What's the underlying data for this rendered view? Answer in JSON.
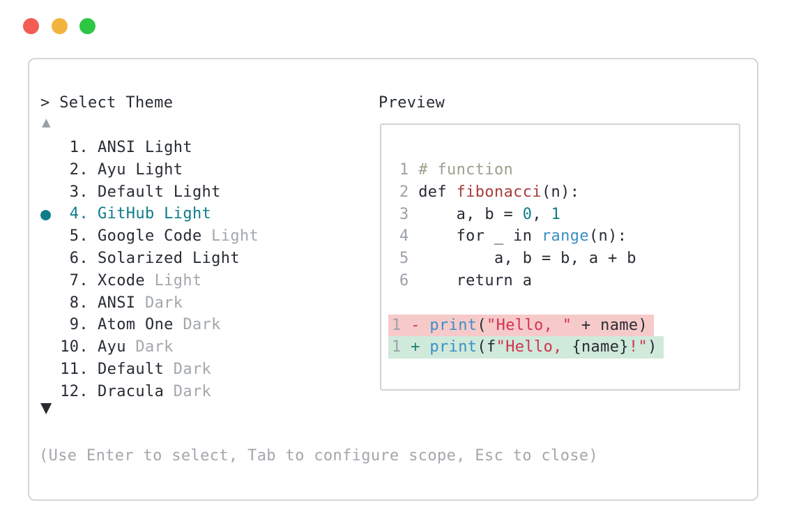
{
  "window": {
    "traffic_lights": [
      {
        "name": "close",
        "color": "#f25c54"
      },
      {
        "name": "minimize",
        "color": "#f2b43d"
      },
      {
        "name": "zoom",
        "color": "#2ec643"
      }
    ]
  },
  "header": {
    "title": "> Select Theme",
    "preview_label": "Preview"
  },
  "list": {
    "scroll_up_icon": "▲",
    "scroll_down_icon": "▼",
    "bullet_icon": "●",
    "themes": [
      {
        "num": "1.",
        "name": "ANSI Light",
        "suffix": "",
        "selected": false
      },
      {
        "num": "2.",
        "name": "Ayu Light",
        "suffix": "",
        "selected": false
      },
      {
        "num": "3.",
        "name": "Default Light",
        "suffix": "",
        "selected": false
      },
      {
        "num": "4.",
        "name": "GitHub Light",
        "suffix": "",
        "selected": true
      },
      {
        "num": "5.",
        "name": "Google Code",
        "suffix": "Light",
        "selected": false
      },
      {
        "num": "6.",
        "name": "Solarized Light",
        "suffix": "",
        "selected": false
      },
      {
        "num": "7.",
        "name": "Xcode",
        "suffix": "Light",
        "selected": false
      },
      {
        "num": "8.",
        "name": "ANSI",
        "suffix": "Dark",
        "selected": false
      },
      {
        "num": "9.",
        "name": "Atom One",
        "suffix": "Dark",
        "selected": false
      },
      {
        "num": "10.",
        "name": "Ayu",
        "suffix": "Dark",
        "selected": false
      },
      {
        "num": "11.",
        "name": "Default",
        "suffix": "Dark",
        "selected": false
      },
      {
        "num": "12.",
        "name": "Dracula",
        "suffix": "Dark",
        "selected": false
      }
    ]
  },
  "hint": "(Use Enter to select, Tab to configure scope, Esc to close)",
  "preview": {
    "rows": [
      {
        "type": "code",
        "tokens": [
          {
            "t": "1 ",
            "c": "lineno_gray"
          },
          {
            "t": "# function",
            "c": "comment"
          }
        ]
      },
      {
        "type": "code",
        "tokens": [
          {
            "t": "2 ",
            "c": "lineno_gray"
          },
          {
            "t": "def ",
            "c": "text"
          },
          {
            "t": "fibonacci",
            "c": "func_red"
          },
          {
            "t": "(n):",
            "c": "text"
          }
        ]
      },
      {
        "type": "code",
        "tokens": [
          {
            "t": "3 ",
            "c": "lineno_gray"
          },
          {
            "t": "    a, b = ",
            "c": "text"
          },
          {
            "t": "0",
            "c": "number_teal"
          },
          {
            "t": ", ",
            "c": "text"
          },
          {
            "t": "1",
            "c": "number_teal"
          }
        ]
      },
      {
        "type": "code",
        "tokens": [
          {
            "t": "4 ",
            "c": "lineno_gray"
          },
          {
            "t": "    for _ in ",
            "c": "text"
          },
          {
            "t": "range",
            "c": "keyword_blue"
          },
          {
            "t": "(n):",
            "c": "text"
          }
        ]
      },
      {
        "type": "code",
        "tokens": [
          {
            "t": "5 ",
            "c": "lineno_gray"
          },
          {
            "t": "        a, b = b, a + b",
            "c": "text"
          }
        ]
      },
      {
        "type": "code",
        "tokens": [
          {
            "t": "6 ",
            "c": "lineno_gray"
          },
          {
            "t": "    return a",
            "c": "text"
          }
        ]
      },
      {
        "type": "blank",
        "tokens": []
      },
      {
        "type": "diff",
        "bg": "diff_del_bg",
        "tokens": [
          {
            "t": "1 ",
            "c": "lineno_gray"
          },
          {
            "t": "- ",
            "c": "minus_red"
          },
          {
            "t": "print",
            "c": "keyword_blue"
          },
          {
            "t": "(",
            "c": "text"
          },
          {
            "t": "\"Hello, \"",
            "c": "string_red"
          },
          {
            "t": " + name)",
            "c": "text"
          }
        ]
      },
      {
        "type": "diff",
        "bg": "diff_add_bg",
        "tokens": [
          {
            "t": "1 ",
            "c": "lineno_gray"
          },
          {
            "t": "+ ",
            "c": "plus_green"
          },
          {
            "t": "print",
            "c": "keyword_blue"
          },
          {
            "t": "(f",
            "c": "text"
          },
          {
            "t": "\"Hello, ",
            "c": "string_red"
          },
          {
            "t": "{name}",
            "c": "text"
          },
          {
            "t": "!\"",
            "c": "string_red"
          },
          {
            "t": ")",
            "c": "text"
          }
        ]
      }
    ]
  },
  "colors": {
    "text": "#272c33",
    "muted": "#a3a7ac",
    "accent_teal": "#0f7c8a",
    "comment": "#9ba18c",
    "func_red": "#a83d3d",
    "string_red": "#d23250",
    "keyword_blue": "#3b90c4",
    "number_teal": "#0f7c8a",
    "plus_green": "#1f8272",
    "minus_red": "#d23250",
    "lineno_gray": "#9ba1a8",
    "diff_del_bg": "#f7caca",
    "diff_add_bg": "#cfe9da",
    "scroll_up_gray": "#9aa0a6",
    "scroll_down_dark": "#272c33"
  }
}
